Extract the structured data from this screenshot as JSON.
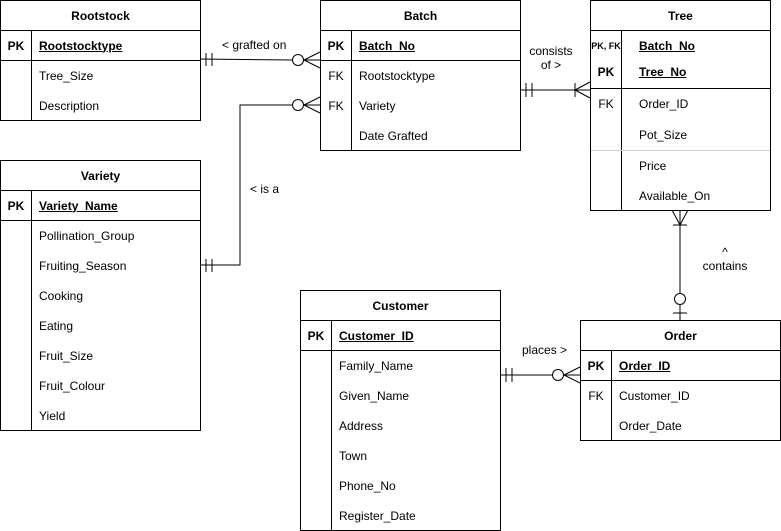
{
  "entities": {
    "rootstock": {
      "title": "Rootstock",
      "rows": [
        {
          "key": "PK",
          "name": "Rootstocktype"
        },
        {
          "key": "",
          "name": "Tree_Size"
        },
        {
          "key": "",
          "name": "Description"
        }
      ]
    },
    "batch": {
      "title": "Batch",
      "rows": [
        {
          "key": "PK",
          "name": "Batch_No"
        },
        {
          "key": "FK",
          "name": "Rootstocktype"
        },
        {
          "key": "FK",
          "name": "Variety"
        },
        {
          "key": "",
          "name": "Date Grafted"
        }
      ]
    },
    "tree": {
      "title": "Tree",
      "rows": [
        {
          "key": "PK, FK",
          "name": "Batch_No"
        },
        {
          "key": "PK",
          "name": "Tree_No"
        },
        {
          "key": "FK",
          "name": "Order_ID"
        },
        {
          "key": "",
          "name": "Pot_Size"
        },
        {
          "key": "",
          "name": "Price"
        },
        {
          "key": "",
          "name": "Available_On"
        }
      ]
    },
    "variety": {
      "title": "Variety",
      "rows": [
        {
          "key": "PK",
          "name": "Variety_Name"
        },
        {
          "key": "",
          "name": "Pollination_Group"
        },
        {
          "key": "",
          "name": "Fruiting_Season"
        },
        {
          "key": "",
          "name": "Cooking"
        },
        {
          "key": "",
          "name": "Eating"
        },
        {
          "key": "",
          "name": "Fruit_Size"
        },
        {
          "key": "",
          "name": "Fruit_Colour"
        },
        {
          "key": "",
          "name": "Yield"
        }
      ]
    },
    "customer": {
      "title": "Customer",
      "rows": [
        {
          "key": "PK",
          "name": "Customer_ID"
        },
        {
          "key": "",
          "name": "Family_Name"
        },
        {
          "key": "",
          "name": "Given_Name"
        },
        {
          "key": "",
          "name": "Address"
        },
        {
          "key": "",
          "name": "Town"
        },
        {
          "key": "",
          "name": "Phone_No"
        },
        {
          "key": "",
          "name": "Register_Date"
        }
      ]
    },
    "order": {
      "title": "Order",
      "rows": [
        {
          "key": "PK",
          "name": "Order_ID"
        },
        {
          "key": "FK",
          "name": "Customer_ID"
        },
        {
          "key": "",
          "name": "Order_Date"
        }
      ]
    }
  },
  "relationships": {
    "grafted_on": "< grafted on",
    "consists_of_line1": "consists",
    "consists_of_line2": "of >",
    "is_a": "< is a",
    "contains_line1": "^",
    "contains_line2": "contains",
    "places": "places >"
  }
}
